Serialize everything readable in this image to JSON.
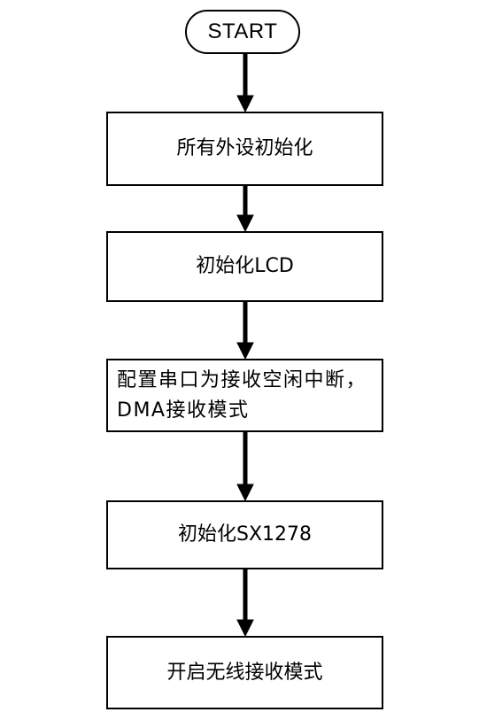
{
  "flowchart": {
    "start_label": "START",
    "steps": [
      {
        "label": "所有外设初始化"
      },
      {
        "label": "初始化LCD"
      },
      {
        "label": "配置串口为接收空闲中断，DMA接收模式"
      },
      {
        "label": "初始化SX1278"
      },
      {
        "label": "开启无线接收模式"
      }
    ]
  },
  "colors": {
    "stroke": "#000000",
    "fill": "#ffffff"
  }
}
